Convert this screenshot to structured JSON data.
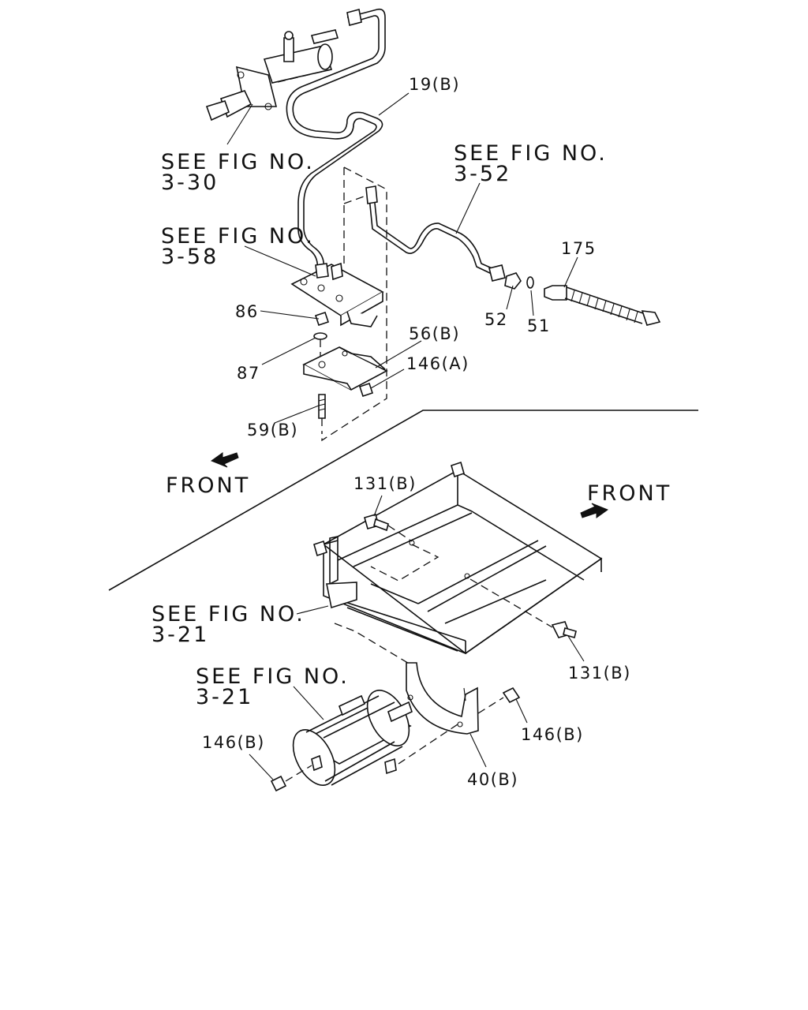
{
  "callouts": {
    "see_fig_3_30": [
      "SEE FIG NO.",
      "3-30"
    ],
    "see_fig_3_58": [
      "SEE FIG NO.",
      "3-58"
    ],
    "see_fig_3_52": [
      "SEE FIG NO.",
      "3-52"
    ],
    "see_fig_3_21_top": [
      "SEE FIG NO.",
      "3-21"
    ],
    "see_fig_3_21_bottom": [
      "SEE FIG NO.",
      "3-21"
    ]
  },
  "part_numbers": {
    "p19b": "19(B)",
    "p175": "175",
    "p52": "52",
    "p51": "51",
    "p86": "86",
    "p87": "87",
    "p56b": "56(B)",
    "p146a": "146(A)",
    "p59b": "59(B)",
    "p131b_top": "131(B)",
    "p131b_right": "131(B)",
    "p146b_right": "146(B)",
    "p146b_left": "146(B)",
    "p40b": "40(B)"
  },
  "front_labels": {
    "left": "FRONT",
    "right": "FRONT"
  }
}
